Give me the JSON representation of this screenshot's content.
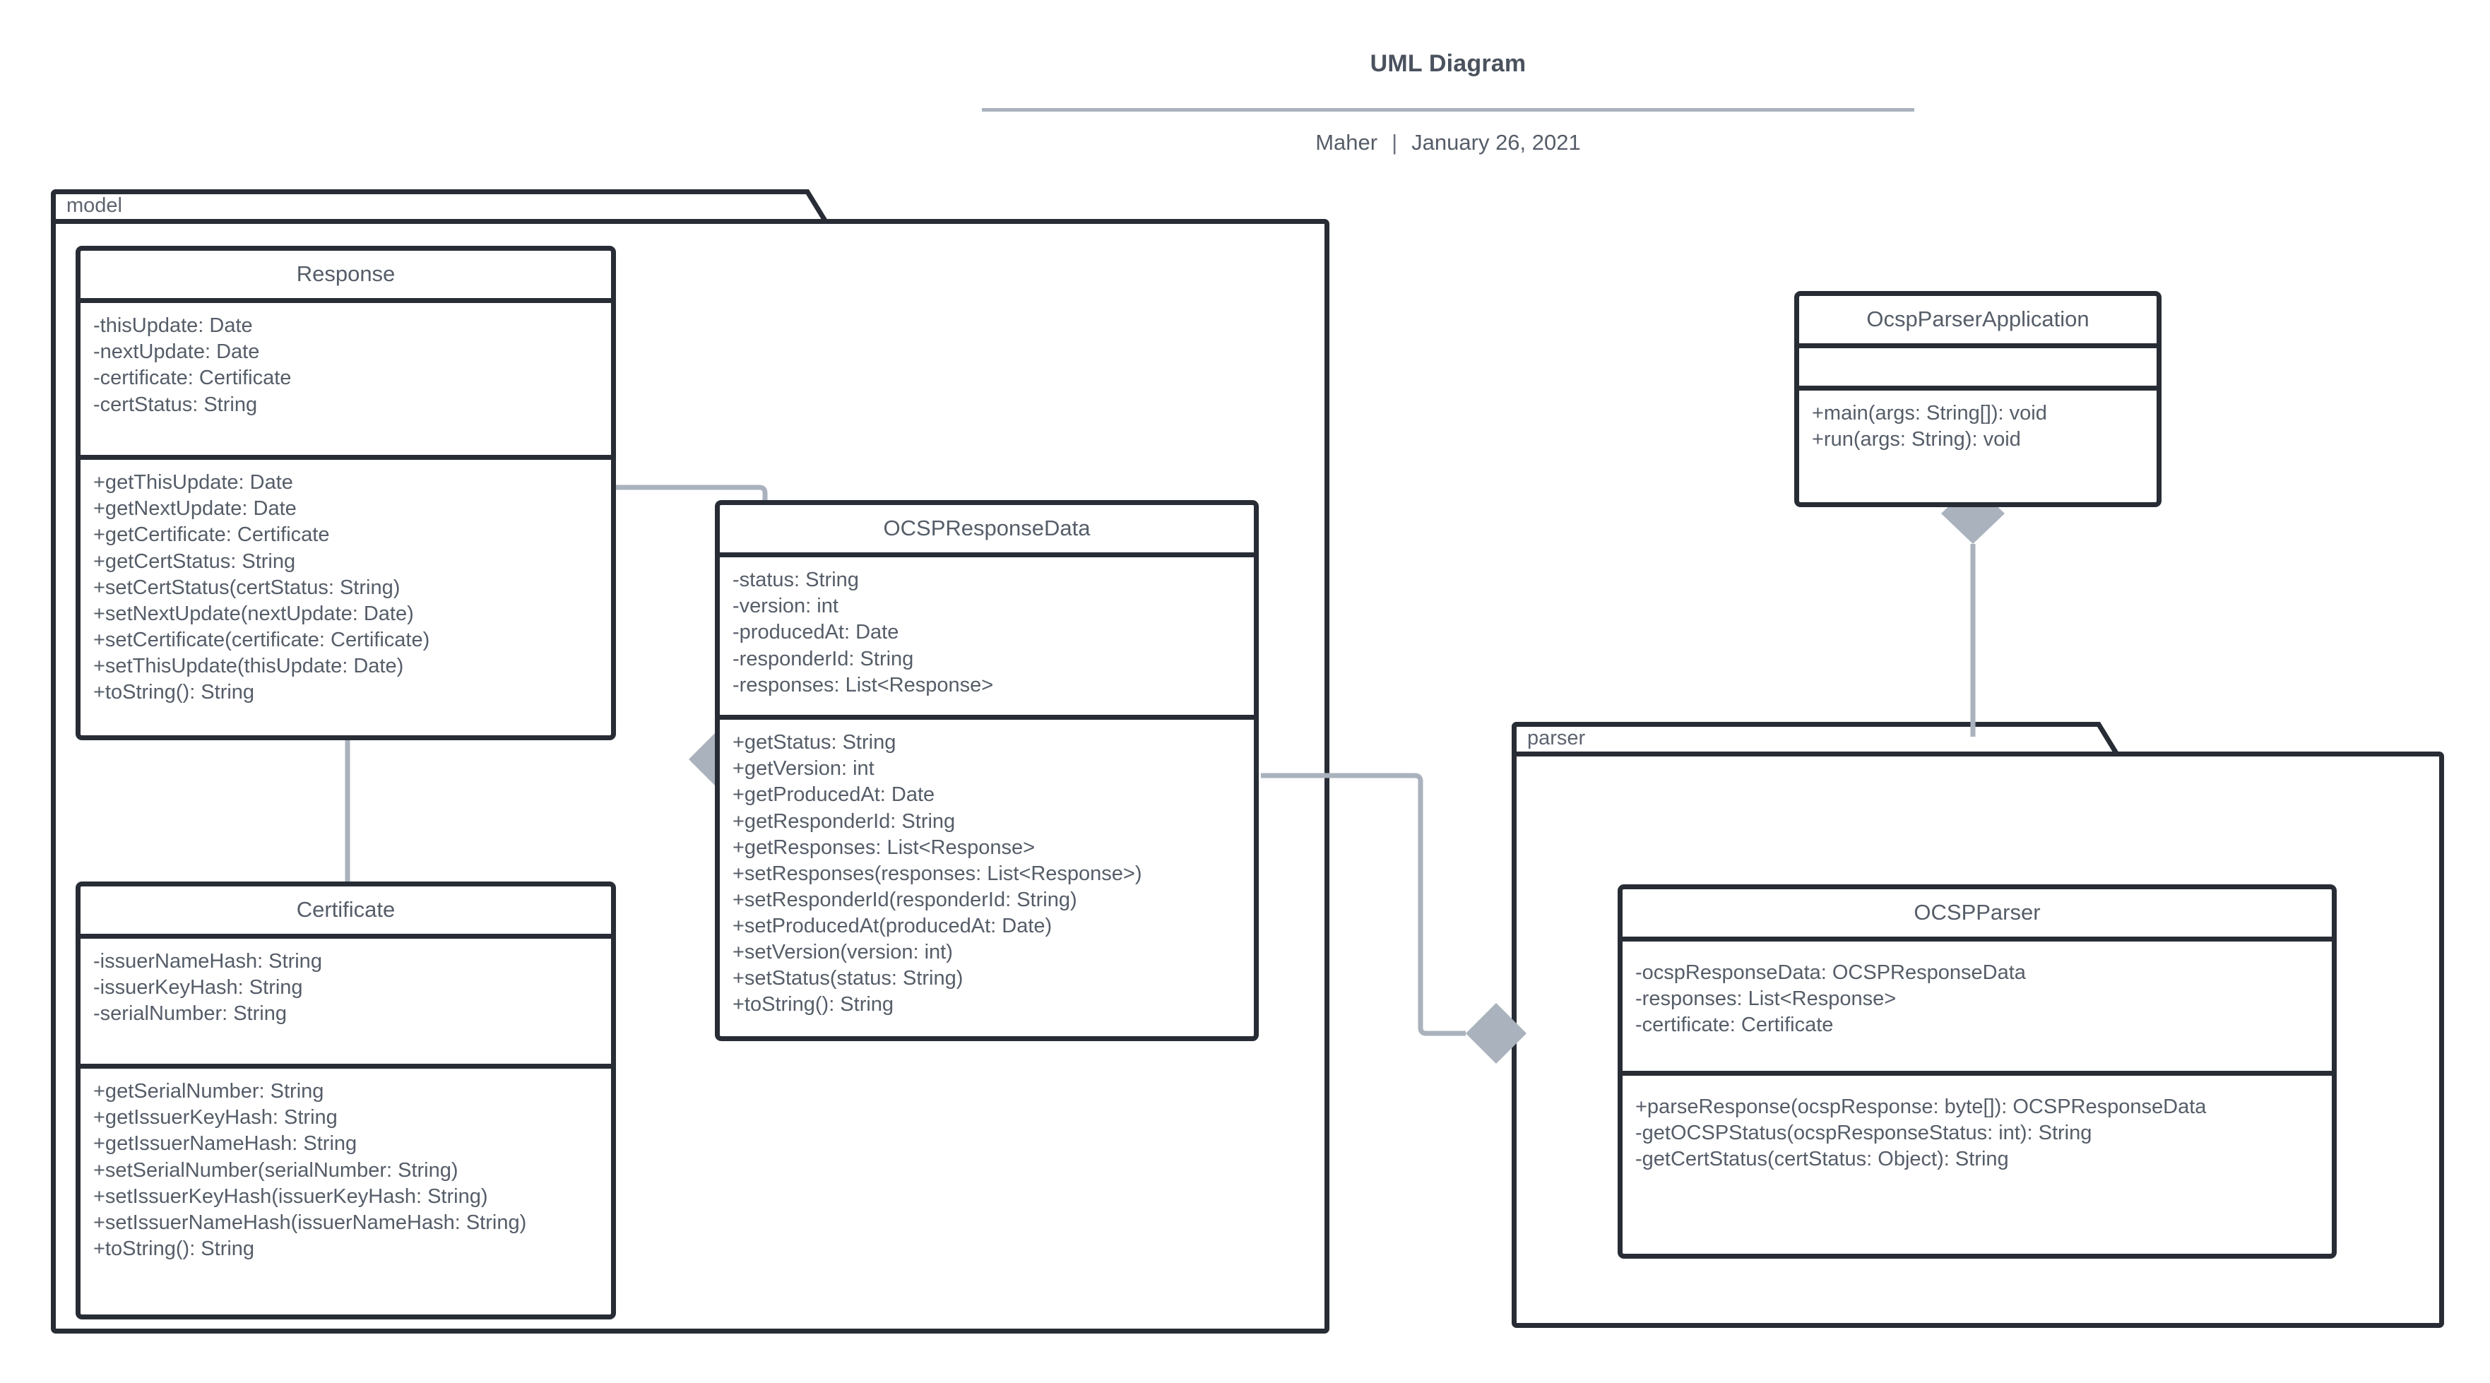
{
  "header": {
    "title": "UML Diagram",
    "author": "Maher",
    "separator": "|",
    "date": "January 26, 2021"
  },
  "colors": {
    "border": "#272c35",
    "text": "#555d68",
    "connector": "#aab2bd",
    "diamond": "#aab2bd",
    "background": "#ffffff"
  },
  "packages": [
    {
      "name": "model"
    },
    {
      "name": "parser"
    }
  ],
  "classes": {
    "response": {
      "name": "Response",
      "attributes": [
        "-thisUpdate: Date",
        "-nextUpdate: Date",
        "-certificate: Certificate",
        "-certStatus: String"
      ],
      "methods": [
        "+getThisUpdate: Date",
        "+getNextUpdate: Date",
        "+getCertificate: Certificate",
        "+getCertStatus: String",
        "+setCertStatus(certStatus: String)",
        "+setNextUpdate(nextUpdate: Date)",
        "+setCertificate(certificate: Certificate)",
        "+setThisUpdate(thisUpdate: Date)",
        "+toString(): String"
      ]
    },
    "certificate": {
      "name": "Certificate",
      "attributes": [
        "-issuerNameHash: String",
        "-issuerKeyHash: String",
        "-serialNumber: String"
      ],
      "methods": [
        "+getSerialNumber: String",
        "+getIssuerKeyHash: String",
        "+getIssuerNameHash: String",
        "+setSerialNumber(serialNumber: String)",
        "+setIssuerKeyHash(issuerKeyHash: String)",
        "+setIssuerNameHash(issuerNameHash: String)",
        "+toString(): String"
      ]
    },
    "ocsp_response_data": {
      "name": "OCSPResponseData",
      "attributes": [
        "-status: String",
        "-version: int",
        "-producedAt: Date",
        "-responderId: String",
        "-responses: List<Response>"
      ],
      "methods": [
        "+getStatus: String",
        "+getVersion: int",
        "+getProducedAt: Date",
        "+getResponderId: String",
        "+getResponses: List<Response>",
        "+setResponses(responses: List<Response>)",
        "+setResponderId(responderId: String)",
        "+setProducedAt(producedAt: Date)",
        "+setVersion(version: int)",
        "+setStatus(status: String)",
        "+toString(): String"
      ]
    },
    "ocsp_parser_application": {
      "name": "OcspParserApplication",
      "attributes": [],
      "methods": [
        "+main(args: String[]): void",
        "+run(args: String): void"
      ]
    },
    "ocsp_parser": {
      "name": "OCSPParser",
      "attributes": [
        "-ocspResponseData: OCSPResponseData",
        "-responses: List<Response>",
        "-certificate: Certificate"
      ],
      "methods": [
        "+parseResponse(ocspResponse: byte[]): OCSPResponseData",
        "-getOCSPStatus(ocspResponseStatus: int): String",
        "-getCertStatus(certStatus: Object): String"
      ]
    }
  },
  "relationships": [
    {
      "from": "Response",
      "to": "Certificate",
      "type": "aggregation"
    },
    {
      "from": "Response",
      "to": "OCSPResponseData",
      "type": "aggregation"
    },
    {
      "from": "OCSPResponseData",
      "to": "parser",
      "type": "aggregation"
    },
    {
      "from": "OcspParserApplication",
      "to": "parser",
      "type": "aggregation"
    }
  ]
}
